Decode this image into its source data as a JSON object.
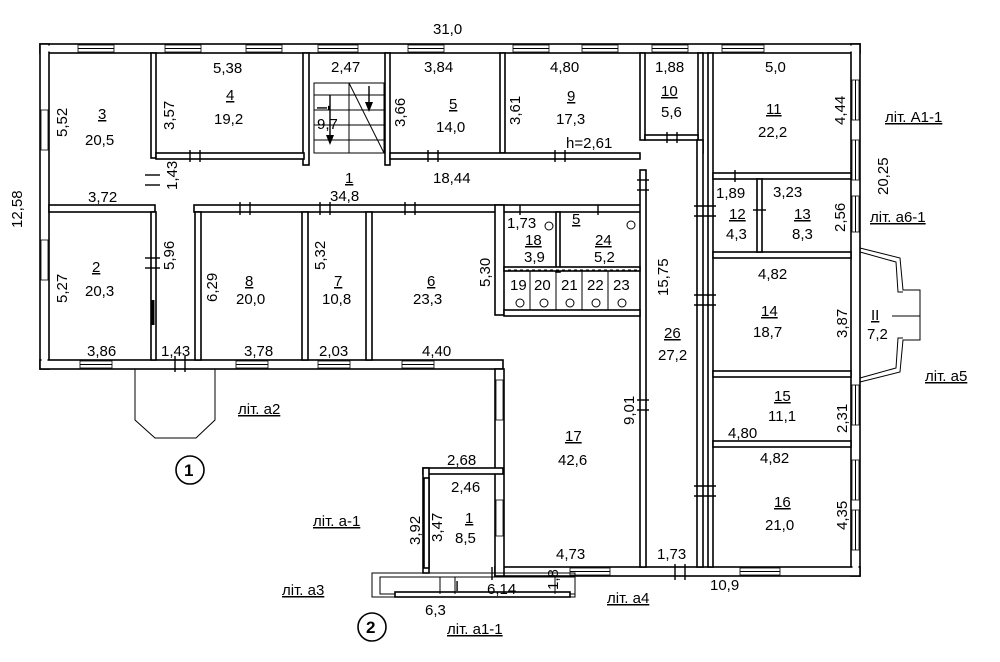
{
  "dims": {
    "total_width": "31,0",
    "total_height": "12,58",
    "right_height": "20,25",
    "d_538": "5,38",
    "d_247": "2,47",
    "d_384": "3,84",
    "d_480": "4,80",
    "d_188": "1,88",
    "d_50": "5,0",
    "d_552": "5,52",
    "d_357": "3,57",
    "d_366": "3,66",
    "d_361": "3,61",
    "d_444": "4,44",
    "h_261": "h=2,61",
    "d_1844": "18,44",
    "d_143a": "1,43",
    "d_372": "3,72",
    "d_189": "1,89",
    "d_323": "3,23",
    "d_256": "2,56",
    "d_173": "1,73",
    "d_596": "5,96",
    "d_527": "5,27",
    "d_629": "6,29",
    "d_532": "5,32",
    "d_530": "5,30",
    "d_1575": "15,75",
    "d_482a": "4,82",
    "d_387": "3,87",
    "d_386": "3,86",
    "d_143b": "1,43",
    "d_378": "3,78",
    "d_203": "2,03",
    "d_440": "4,40",
    "d_901": "9,01",
    "d_231": "2,31",
    "d_480b": "4,80",
    "d_482b": "4,82",
    "d_435": "4,35",
    "d_268": "2,68",
    "d_246": "2,46",
    "d_392": "3,92",
    "d_347": "3,47",
    "d_473": "4,73",
    "d_173b": "1,73",
    "d_109": "10,9",
    "d_614": "6,14",
    "d_18": "1,8",
    "d_63": "6,3"
  },
  "rooms": [
    {
      "n": "3",
      "area": "20,5"
    },
    {
      "n": "4",
      "area": "19,2"
    },
    {
      "n": "I",
      "area": "9,7"
    },
    {
      "n": "5",
      "area": "14,0"
    },
    {
      "n": "9",
      "area": "17,3"
    },
    {
      "n": "10",
      "area": "5,6"
    },
    {
      "n": "11",
      "area": "22,2"
    },
    {
      "n": "1",
      "area": "34,8"
    },
    {
      "n": "12",
      "area": "4,3"
    },
    {
      "n": "13",
      "area": "8,3"
    },
    {
      "n": "18",
      "area": "3,9"
    },
    {
      "n": "24",
      "area": "5,2"
    },
    {
      "n": "5",
      "area": ""
    },
    {
      "n": "2",
      "area": "20,3"
    },
    {
      "n": "8",
      "area": "20,0"
    },
    {
      "n": "7",
      "area": "10,8"
    },
    {
      "n": "6",
      "area": "23,3"
    },
    {
      "n": "19",
      "area": ""
    },
    {
      "n": "20",
      "area": ""
    },
    {
      "n": "21",
      "area": ""
    },
    {
      "n": "22",
      "area": ""
    },
    {
      "n": "23",
      "area": ""
    },
    {
      "n": "26",
      "area": "27,2"
    },
    {
      "n": "14",
      "area": "18,7"
    },
    {
      "n": "II",
      "area": "7,2"
    },
    {
      "n": "15",
      "area": "11,1"
    },
    {
      "n": "17",
      "area": "42,6"
    },
    {
      "n": "16",
      "area": "21,0"
    },
    {
      "n": "1",
      "area": "8,5"
    },
    {
      "n": "I",
      "area": ""
    }
  ],
  "labels": {
    "lit_a1_1_top": "літ. А1-1",
    "lit_a6_1": "літ. а6-1",
    "lit_a5": "літ. а5",
    "lit_a2": "літ. а2",
    "lit_a_1": "літ. а-1",
    "lit_a3": "літ. а3",
    "lit_a4": "літ. а4",
    "lit_a1_1_bottom": "літ. а1-1",
    "circle_1": "1",
    "circle_2": "2"
  }
}
